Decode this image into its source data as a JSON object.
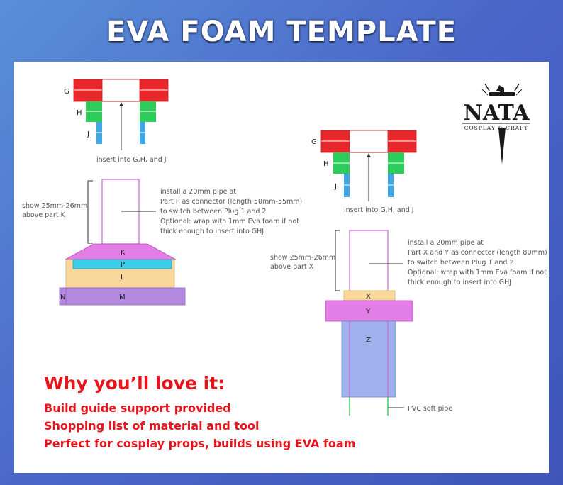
{
  "title": "EVA FOAM TEMPLATE",
  "logo": {
    "name": "NATA",
    "tagline": "COSPLAY & CRAFT",
    "icon": "sword-icon"
  },
  "plug1": {
    "labels": {
      "g": "G",
      "h": "H",
      "j": "J",
      "k": "K",
      "p": "P",
      "l": "L",
      "m": "M",
      "n": "N"
    },
    "insert_note": "insert into G,H, and J",
    "show_note": [
      "show 25mm-26mm",
      "above part K"
    ],
    "install_note": [
      "install a 20mm pipe at",
      "Part P as connector (length 50mm-55mm)",
      "to switch between Plug 1 and 2",
      "Optional: wrap with 1mm Eva foam if not",
      "thick enough to insert into GHJ"
    ]
  },
  "plug2": {
    "labels": {
      "g": "G",
      "h": "H",
      "j": "J",
      "x": "X",
      "y": "Y",
      "z": "Z"
    },
    "insert_note": "insert into G,H, and J",
    "show_note": [
      "show 25mm-26mm",
      "above part X"
    ],
    "install_note": [
      "install a 20mm pipe at",
      "Part X and Y as connector (length 80mm)",
      "to switch between Plug 1 and 2",
      "Optional: wrap with 1mm Eva foam if not",
      "thick enough to insert into GHJ"
    ],
    "pvc_note": "PVC soft pipe"
  },
  "why": {
    "heading": "Why you’ll love it:",
    "bullets": [
      "Build guide support provided",
      "Shopping list of material and tool",
      "Perfect for cosplay props, builds using EVA foam"
    ]
  },
  "colors": {
    "red": "#e8272a",
    "green": "#2ecc5a",
    "blue": "#3fa9e8",
    "violet": "#cc66dd",
    "pink": "#e37ee6",
    "cyan": "#3ccde8",
    "tan": "#f7d79a",
    "purple": "#b48ae0",
    "periwinkle": "#9fb2ee",
    "text_red": "#e8141c"
  }
}
